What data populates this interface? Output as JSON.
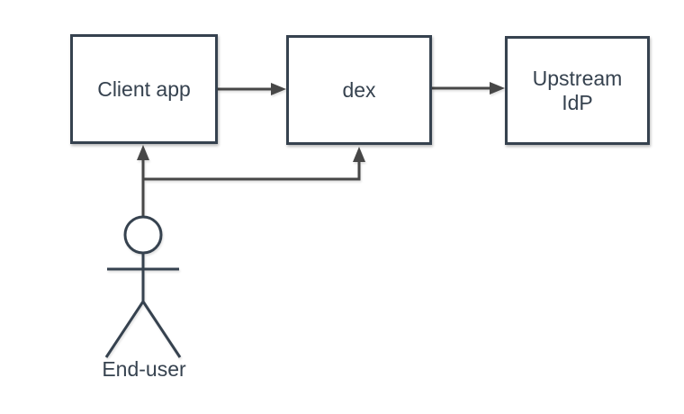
{
  "diagram": {
    "type": "flow-diagram",
    "background_color": "#ffffff",
    "node_fill_color": "#ffffff",
    "node_stroke_color": "#36424f",
    "text_color": "#36424f",
    "edge_color": "#474747",
    "nodes": [
      {
        "id": "client-app",
        "label": "Client app"
      },
      {
        "id": "dex",
        "label": "dex"
      },
      {
        "id": "upstream-idp",
        "label": "Upstream IdP"
      }
    ],
    "actor": {
      "id": "end-user",
      "label": "End-user",
      "shape": "stick-figure"
    },
    "edges": [
      {
        "from": "client-app",
        "to": "dex",
        "direction": "right"
      },
      {
        "from": "dex",
        "to": "upstream-idp",
        "direction": "right"
      },
      {
        "from": "end-user",
        "to": "client-app",
        "direction": "up"
      },
      {
        "from": "end-user",
        "to": "dex",
        "direction": "up",
        "style": "branch"
      }
    ]
  }
}
